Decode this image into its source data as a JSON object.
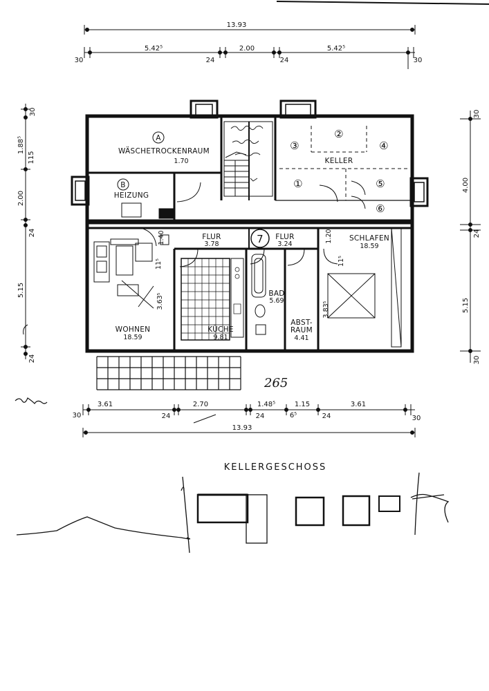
{
  "dimensions": {
    "top_total": "13.93",
    "top_seg_left": "5.42⁵",
    "top_seg_mid": "2.00",
    "top_seg_right": "5.42⁵",
    "top_end_left": "30",
    "top_end_right": "30",
    "top_wall_a": "24",
    "top_wall_b": "24",
    "left_top_end": "30",
    "left_upper": "1.88⁵",
    "left_upper_b": "115",
    "left_mid": "2.00",
    "left_wall": "24",
    "left_lower": "5.15",
    "left_bottom_end": "24",
    "right_top_end": "30",
    "right_upper": "4.00",
    "right_wall": "24",
    "right_lower": "5.15",
    "right_bottom_end": "30",
    "bottom_end_left": "30",
    "bottom_seg_1": "3.61",
    "bottom_seg_2": "2.70",
    "bottom_seg_3": "1.48⁵",
    "bottom_seg_4": "1.15",
    "bottom_seg_5": "3.61",
    "bottom_end_right": "30",
    "bottom_wall_a": "24",
    "bottom_wall_b": "24",
    "bottom_wall_c": "6⁵",
    "bottom_wall_d": "24",
    "bottom_total": "13.93"
  },
  "rooms": {
    "a_marker": "A",
    "a_name": "WÄSCHETROCKENRAUM",
    "a_dim": "1.70",
    "b_marker": "B",
    "b_name": "HEIZUNG",
    "keller_name": "KELLER",
    "keller_numbers": [
      "①",
      "②",
      "③",
      "④",
      "⑤",
      "⑥"
    ],
    "flur1_name": "FLUR",
    "flur1_area": "3.78",
    "flur_marker": "7",
    "flur2_name": "FLUR",
    "flur2_area": "3.24",
    "schlafen_name": "SCHLAFEN",
    "schlafen_area": "18.59",
    "wohnen_name": "WOHNEN",
    "wohnen_area": "18.59",
    "wohnen_dim": "3.63⁵",
    "kueche_name": "KÜCHE",
    "kueche_area": "9.81",
    "bad_name": "BAD",
    "bad_area": "5.69",
    "abst_name1": "ABST-",
    "abst_name2": "RAUM",
    "abst_area": "4.41",
    "schlafen_dim": "3.83⁵",
    "door_1": "1.40",
    "door_2": "1.20",
    "door_3": "11⁵",
    "door_4": "11⁵"
  },
  "annotations": {
    "handwritten_265": "265",
    "floor_title": "KELLERGESCHOSS"
  }
}
